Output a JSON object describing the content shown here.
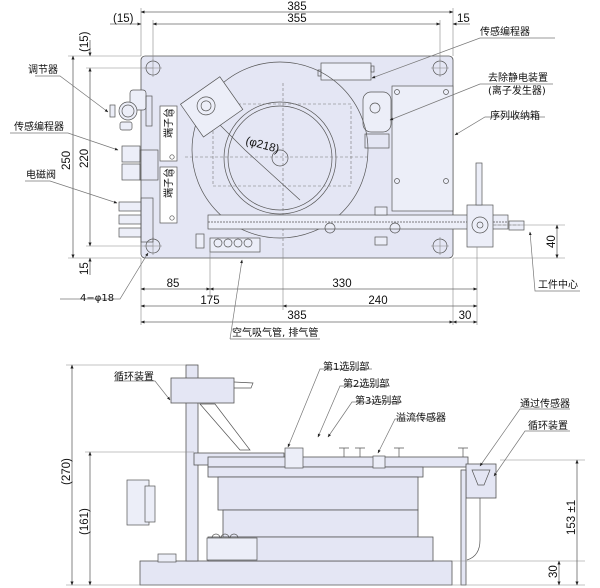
{
  "top_view": {
    "dimensions": {
      "overall_width": "385",
      "hole_pitch_width": "355",
      "left_offset": "(15)",
      "right_offset": "15",
      "top_offset": "(15)",
      "overall_height": "250",
      "hole_pitch_height": "220",
      "bottom_offset": "15",
      "hole_spec": "4−φ18",
      "bowl_diameter": "(φ218)",
      "dim_85": "85",
      "dim_175": "175",
      "dim_330": "330",
      "dim_240": "240",
      "dim_385_bottom": "385",
      "dim_30": "30",
      "workpiece_offset": "40"
    },
    "labels": {
      "regulator": "调节器",
      "sensor_programmer_left": "传感编程器",
      "solenoid_valve": "电磁阀",
      "sensor_programmer_right": "传感编程器",
      "static_eliminator_line1": "去除静电装置",
      "static_eliminator_line2": "(离子发生器)",
      "sequence_box": "序列收纳箱",
      "terminal_block_1": "端子台",
      "terminal_block_2": "端子台",
      "workpiece_center": "工件中心",
      "air_tubes": "空气吸气管, 排气管"
    }
  },
  "side_view": {
    "dimensions": {
      "total_height": "(270)",
      "table_height": "(161)",
      "pass_height": "153 ±1",
      "base_height": "30"
    },
    "labels": {
      "circulation_left": "循环装置",
      "sort_1": "第1选别部",
      "sort_2": "第2选别部",
      "sort_3": "第3选别部",
      "overflow_sensor": "溢流传感器",
      "pass_sensor": "通过传感器",
      "circulation_right": "循环装置"
    }
  },
  "colors": {
    "part_fill": "#e4e6f4",
    "outline": "#555555",
    "background": "#ffffff"
  }
}
